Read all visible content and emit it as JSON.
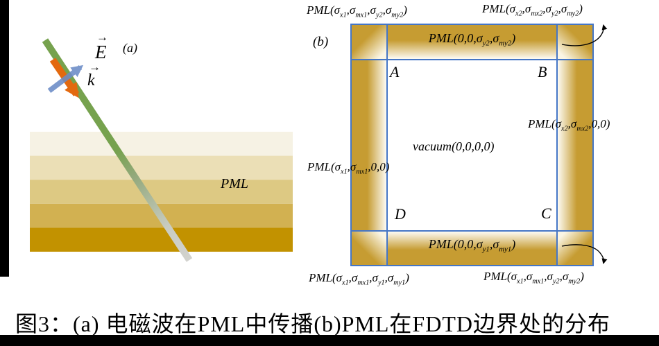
{
  "panel_a": {
    "label": "(a)",
    "e_label": "E",
    "e_hat": "→",
    "k_label": "k",
    "k_hat": "→",
    "pml_label": "PML",
    "colors": {
      "beam_green": "#76A24E",
      "beam_fade_gray": "#D2D2CE",
      "k_arrow_orange": "#E3690F",
      "e_arrow_blue": "#6B8CC7",
      "layers": [
        "#F6F2E4",
        "#EBDFB6",
        "#DDC983",
        "#D2B151",
        "#C29200"
      ]
    }
  },
  "panel_b": {
    "label": "(b)",
    "region_labels": {
      "A": "A",
      "B": "B",
      "C": "C",
      "D": "D"
    },
    "center_label": "vacuum(0,0,0,0)",
    "strip_labels": {
      "top": "PML(0,0,σ_{y2},σ_{my2})",
      "bottom": "PML(0,0,σ_{y1},σ_{my1})",
      "left": "PML(σ_{x1},σ_{mx1},0,0)",
      "right": "PML(σ_{x2},σ_{mx2},0,0)"
    },
    "corner_labels": {
      "top_left": "PML(σ_{x1},σ_{mx1},σ_{y2},σ_{my2})",
      "top_right": "PML(σ_{x2},σ_{mx2},σ_{y2},σ_{my2})",
      "bottom_left": "PML(σ_{x1},σ_{mx1},σ_{y1},σ_{my1})",
      "bottom_right": "PML(σ_{x1},σ_{mx1},σ_{y2},σ_{my2})"
    },
    "colors": {
      "pml_gold": "#C69C32",
      "grid_blue": "#4576C6"
    }
  },
  "caption": "图3：(a) 电磁波在PML中传播(b)PML在FDTD边界处的分布"
}
